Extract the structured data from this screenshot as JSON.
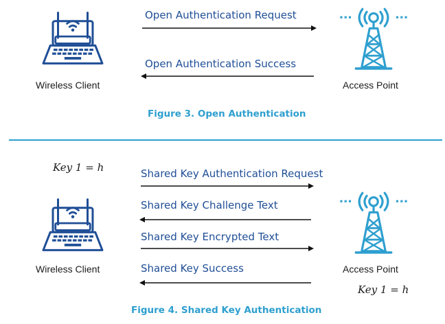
{
  "figure3": {
    "client_label": "Wireless Client",
    "ap_label": "Access Point",
    "messages": [
      {
        "text": "Open Authentication Request",
        "direction": "right"
      },
      {
        "text": "Open Authentication Success",
        "direction": "left"
      }
    ],
    "caption": "Figure 3. Open Authentication"
  },
  "figure4": {
    "client_key": "Key 1 = h",
    "ap_key": "Key 1 = h",
    "client_label": "Wireless Client",
    "ap_label": "Access Point",
    "messages": [
      {
        "text": "Shared Key Authentication Request",
        "direction": "right"
      },
      {
        "text": "Shared Key Challenge Text",
        "direction": "left"
      },
      {
        "text": "Shared Key Encrypted Text",
        "direction": "right"
      },
      {
        "text": "Shared Key Success",
        "direction": "left"
      }
    ],
    "caption": "Figure 4. Shared Key Authentication"
  },
  "colors": {
    "icon_blue": "#1f4e96",
    "tower_cyan": "#2e9fcf",
    "text_blue": "#1f4e96",
    "caption_cyan": "#2e9fcf",
    "arrow": "#111111"
  },
  "icons": {
    "client": "laptop-router-icon",
    "access_point": "radio-tower-icon"
  }
}
